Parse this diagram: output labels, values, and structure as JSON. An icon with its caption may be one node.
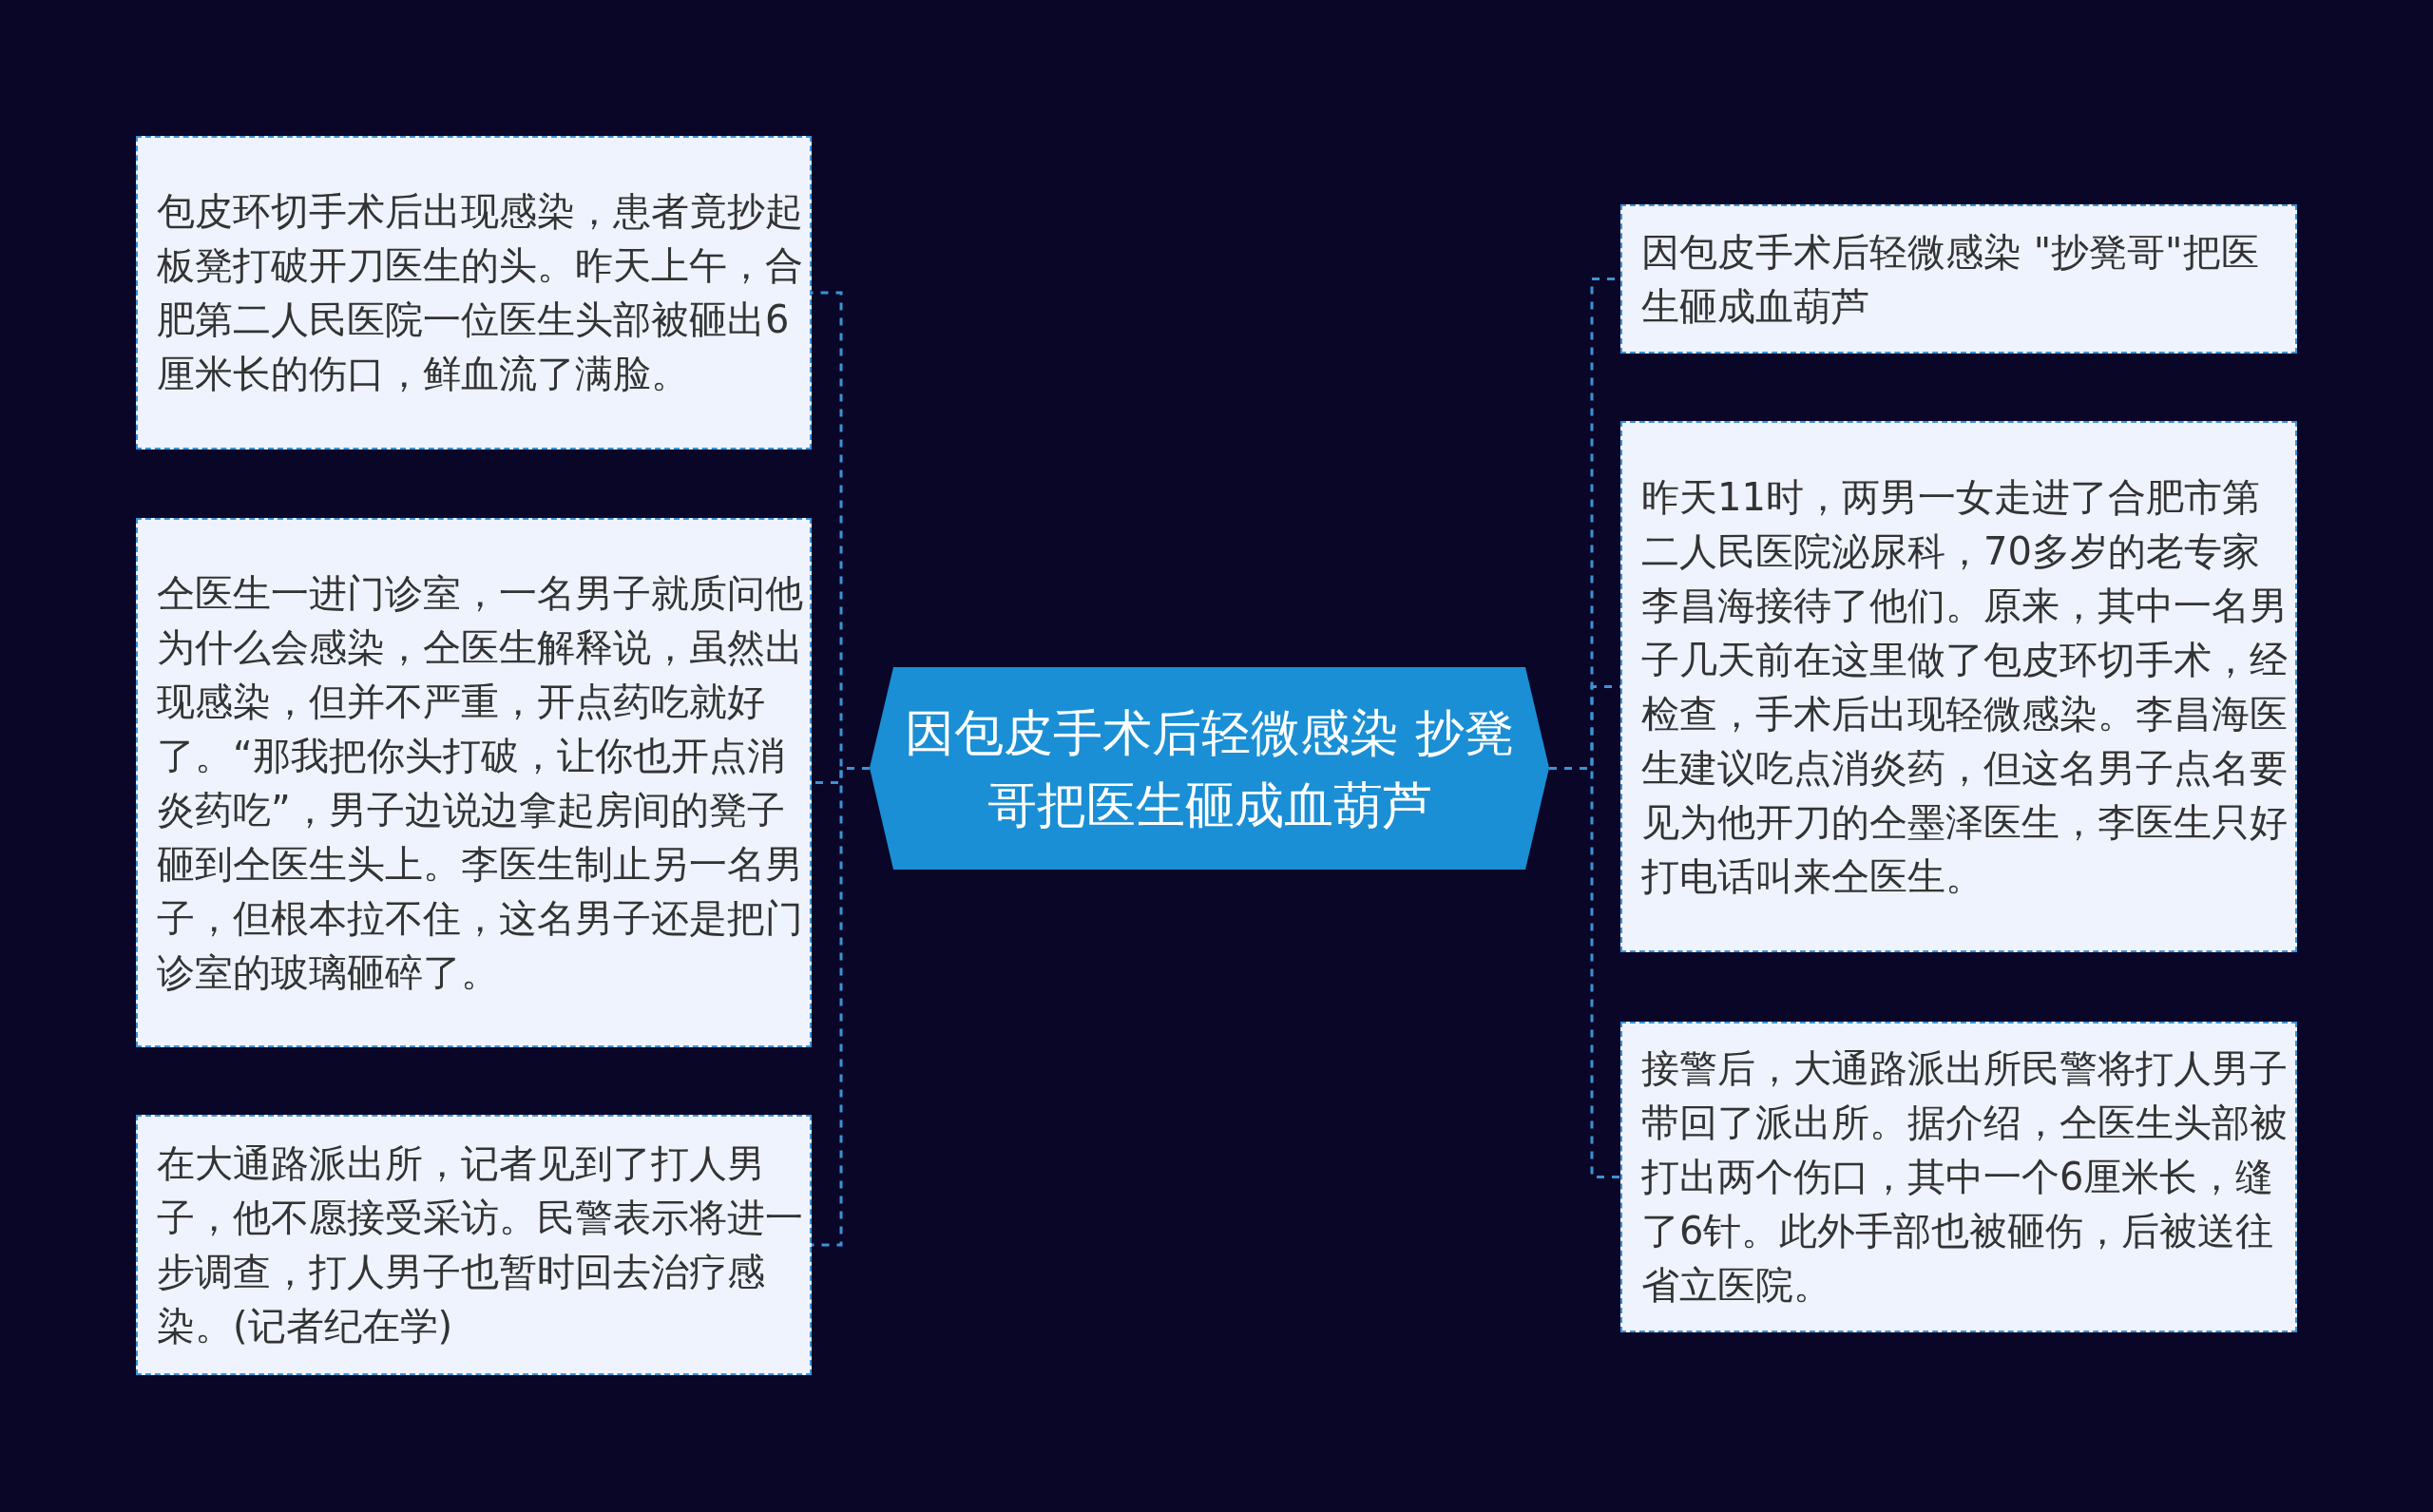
{
  "diagram": {
    "nodes": [
      {
        "text": [
          "因包皮手术后轻微感染 抄凳哥把医生砸成血葫芦"
        ]
      },
      {
        "text": [
          "包皮环切手术后出现感染，患者竟抄起板凳打破开刀医生的头。昨天上午，合肥第二人民医院一位医生头部被砸出6厘米长的伤口，鲜血流了满脸。"
        ]
      },
      {
        "text": [
          "仝医生一进门诊室，一名男子就质问他为什么会感染，仝医生解释说，虽然出现感染，但并不严重，开点药吃就好了。“那我把你头打破，让你也开点消炎药吃”，男子边说边拿起房间的凳子砸到仝医生头上。李医生制止另一名男子，但根本拉不住，这名男子还是把门诊室的玻璃砸碎了。"
        ]
      },
      {
        "text": [
          "在大通路派出所，记者见到了打人男子，他不愿接受采访。民警表示将进一步调查，打人男子也暂时回去治疗感染。(记者纪在学)"
        ]
      },
      {
        "text": [
          "因包皮手术后轻微感染 \"抄凳哥\"把医生砸成血葫芦"
        ]
      },
      {
        "text": [
          "昨天11时，两男一女走进了合肥市第二人民医院泌尿科，70多岁的老专家李昌海接待了他们。原来，其中一名男子几天前在这里做了包皮环切手术，经检查，手术后出现轻微感染。李昌海医生建议吃点消炎药，但这名男子点名要见为他开刀的仝墨泽医生，李医生只好打电话叫来仝医生。"
        ]
      },
      {
        "text": [
          "接警后，大通路派出所民警将打人男子带回了派出所。据介绍，仝医生头部被打出两个伤口，其中一个6厘米长，缝了6针。此外手部也被砸伤，后被送往省立医院。"
        ]
      }
    ],
    "edges": [
      {
        "from": 0,
        "to": 1,
        "arrow": "none"
      },
      {
        "from": 0,
        "to": 2,
        "arrow": "none"
      },
      {
        "from": 0,
        "to": 3,
        "arrow": "none"
      },
      {
        "from": 0,
        "to": 4,
        "arrow": "none"
      },
      {
        "from": 0,
        "to": 5,
        "arrow": "none"
      },
      {
        "from": 0,
        "to": 6,
        "arrow": "none"
      }
    ]
  }
}
